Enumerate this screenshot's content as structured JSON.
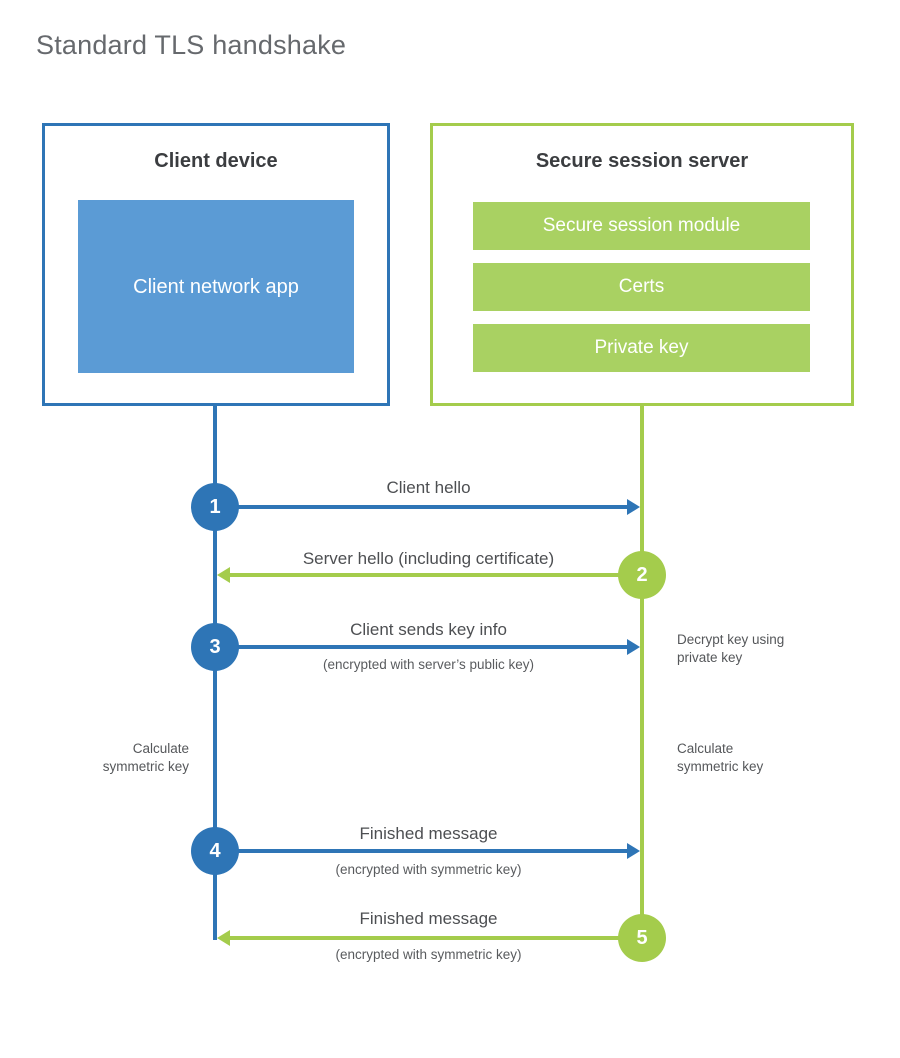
{
  "title": "Standard TLS handshake",
  "colors": {
    "blue_stroke": "#2e75b6",
    "blue_fill": "#5b9bd5",
    "green_stroke": "#a4cc4c",
    "green_fill": "#a9d162",
    "title_text": "#66696d",
    "label_text": "#4d4f52"
  },
  "client": {
    "title": "Client device",
    "app_label": "Client network app"
  },
  "server": {
    "title": "Secure session server",
    "modules": [
      "Secure session module",
      "Certs",
      "Private key"
    ]
  },
  "messages": [
    {
      "step": "1",
      "label": "Client hello",
      "sublabel": "",
      "direction": "right",
      "color": "blue"
    },
    {
      "step": "2",
      "label": "Server hello (including certificate)",
      "sublabel": "",
      "direction": "left",
      "color": "green"
    },
    {
      "step": "3",
      "label": "Client sends key info",
      "sublabel": "(encrypted with server’s public key)",
      "direction": "right",
      "color": "blue"
    },
    {
      "step": "4",
      "label": "Finished message",
      "sublabel": "(encrypted with symmetric key)",
      "direction": "right",
      "color": "blue"
    },
    {
      "step": "5",
      "label": "Finished message",
      "sublabel": "(encrypted with symmetric key)",
      "direction": "left",
      "color": "green"
    }
  ],
  "notes": {
    "decrypt": "Decrypt key using private key",
    "calc_left": "Calculate symmetric key",
    "calc_right": "Calculate symmetric key"
  }
}
